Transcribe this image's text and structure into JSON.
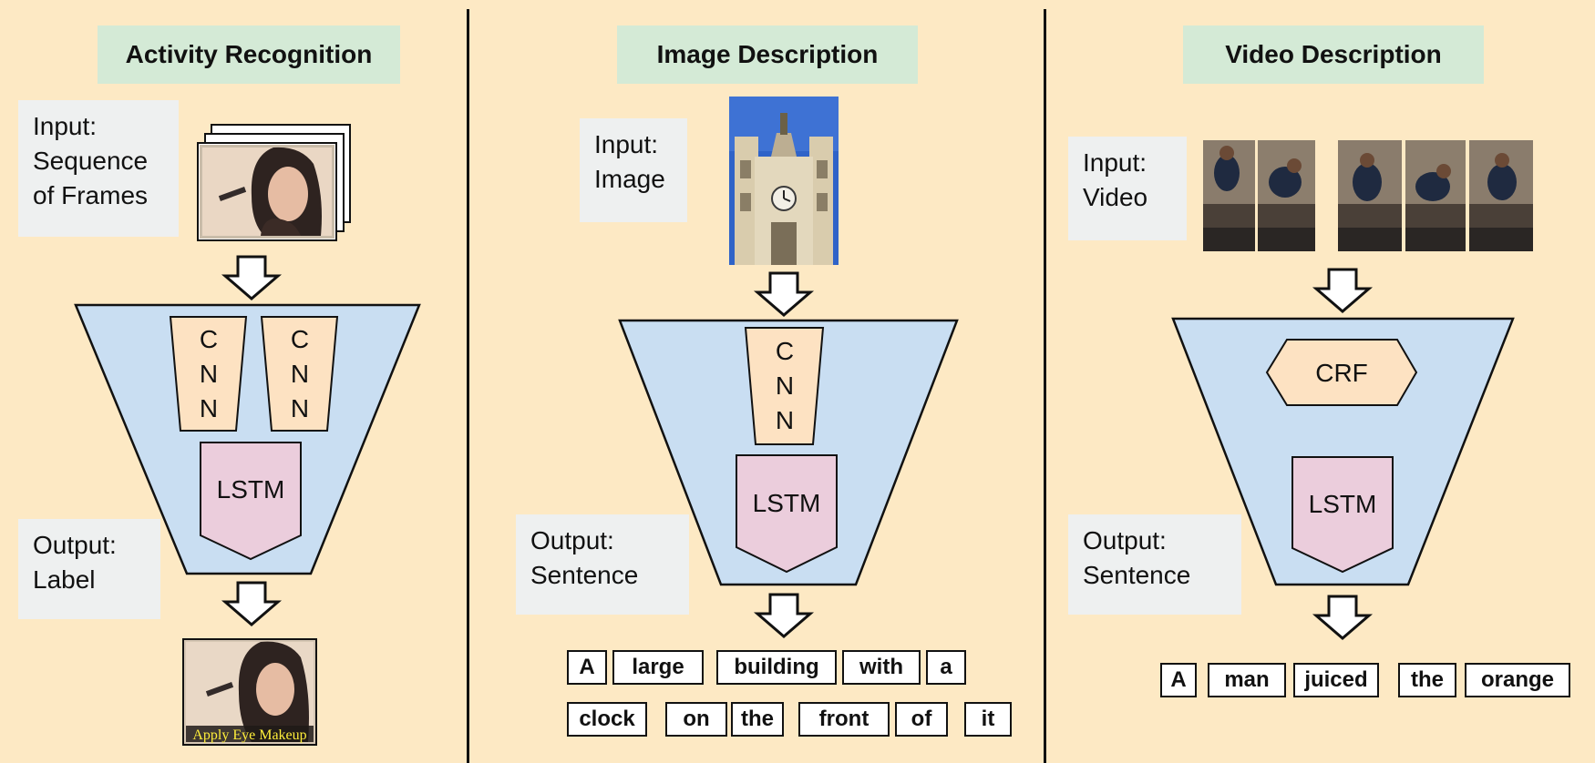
{
  "panels": {
    "activity": {
      "title": "Activity Recognition",
      "input_label": [
        "Input:",
        "Sequence",
        "of Frames"
      ],
      "output_label": [
        "Output:",
        "Label"
      ],
      "cnn_letters": [
        "C",
        "N",
        "N"
      ],
      "lstm": "LSTM",
      "output_caption": "Apply Eye Makeup"
    },
    "image": {
      "title": "Image Description",
      "input_label": [
        "Input:",
        "Image"
      ],
      "output_label": [
        "Output:",
        "Sentence"
      ],
      "cnn_letters": [
        "C",
        "N",
        "N"
      ],
      "lstm": "LSTM",
      "sentence_line1": [
        "A",
        "large",
        "building",
        "with",
        "a"
      ],
      "sentence_line2": [
        "clock",
        "on",
        "the",
        "front",
        "of",
        "it"
      ]
    },
    "video": {
      "title": "Video Description",
      "input_label": [
        "Input:",
        "Video"
      ],
      "output_label": [
        "Output:",
        "Sentence"
      ],
      "crf": "CRF",
      "lstm": "LSTM",
      "sentence": [
        "A",
        "man",
        "juiced",
        "the",
        "orange"
      ]
    }
  },
  "colors": {
    "background": "#fde9c4",
    "title_box": "#d4ead6",
    "label_box": "#eef0f0",
    "funnel": "#c9def2",
    "cnn": "#fde2c2",
    "lstm": "#ebcddc"
  }
}
